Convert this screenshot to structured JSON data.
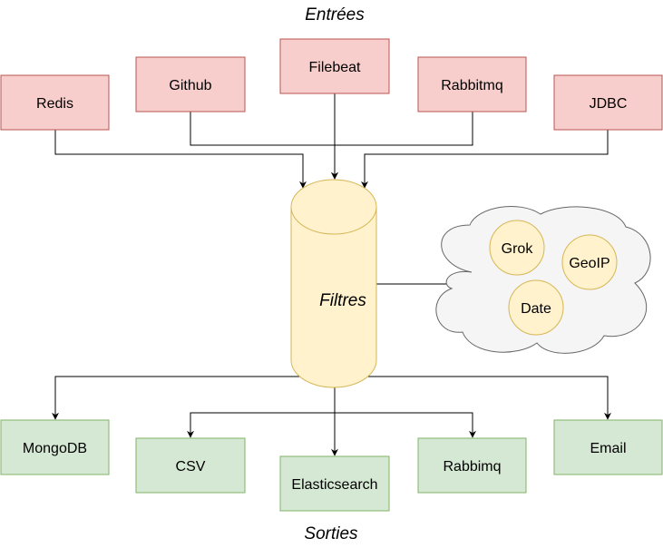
{
  "title_top": "Entrées",
  "title_bottom": "Sorties",
  "filters_label": "Filtres",
  "inputs": [
    {
      "label": "Redis"
    },
    {
      "label": "Github"
    },
    {
      "label": "Filebeat"
    },
    {
      "label": "Rabbitmq"
    },
    {
      "label": "JDBC"
    }
  ],
  "plugins": [
    {
      "label": "Grok"
    },
    {
      "label": "GeoIP"
    },
    {
      "label": "Date"
    }
  ],
  "outputs": [
    {
      "label": "MongoDB"
    },
    {
      "label": "CSV"
    },
    {
      "label": "Elasticsearch"
    },
    {
      "label": "Rabbimq"
    },
    {
      "label": "Email"
    }
  ],
  "colors": {
    "input_fill": "#f8cecc",
    "input_stroke": "#b85450",
    "output_fill": "#d5e8d4",
    "output_stroke": "#82b366",
    "cylinder_fill": "#fff2cc",
    "cylinder_stroke": "#d6b656",
    "cloud_fill": "#f5f5f5",
    "cloud_stroke": "#666666"
  }
}
